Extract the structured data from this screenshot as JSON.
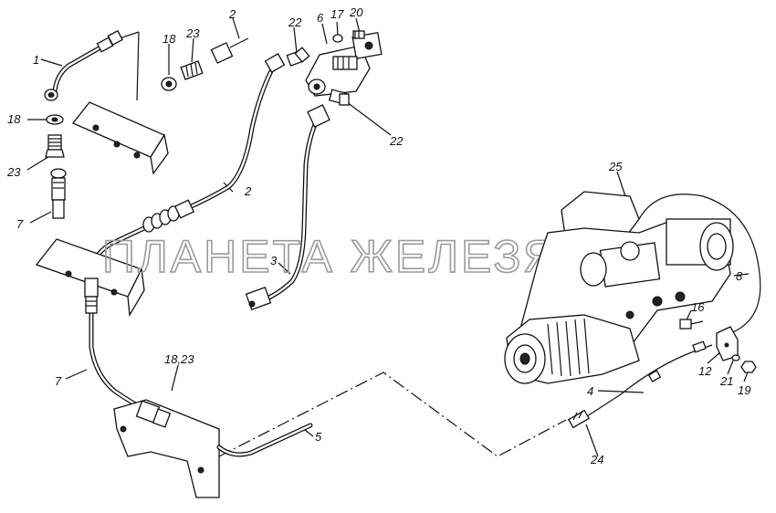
{
  "watermark": "ПЛАНЕТА ЖЕЛЕЗЯКА",
  "callouts": {
    "c1": "1",
    "c2a": "2",
    "c2b": "2",
    "c3": "3",
    "c4": "4",
    "c5": "5",
    "c6": "6",
    "c7a": "7",
    "c7b": "7",
    "c8": "8",
    "c12": "12",
    "c16": "16",
    "c17": "17",
    "c18a": "18",
    "c18b": "18",
    "c19": "19",
    "c20": "20",
    "c21": "21",
    "c22a": "22",
    "c22b": "22",
    "c23a": "23",
    "c23b": "23",
    "c24": "24",
    "c25": "25",
    "c1823": "18,23"
  }
}
